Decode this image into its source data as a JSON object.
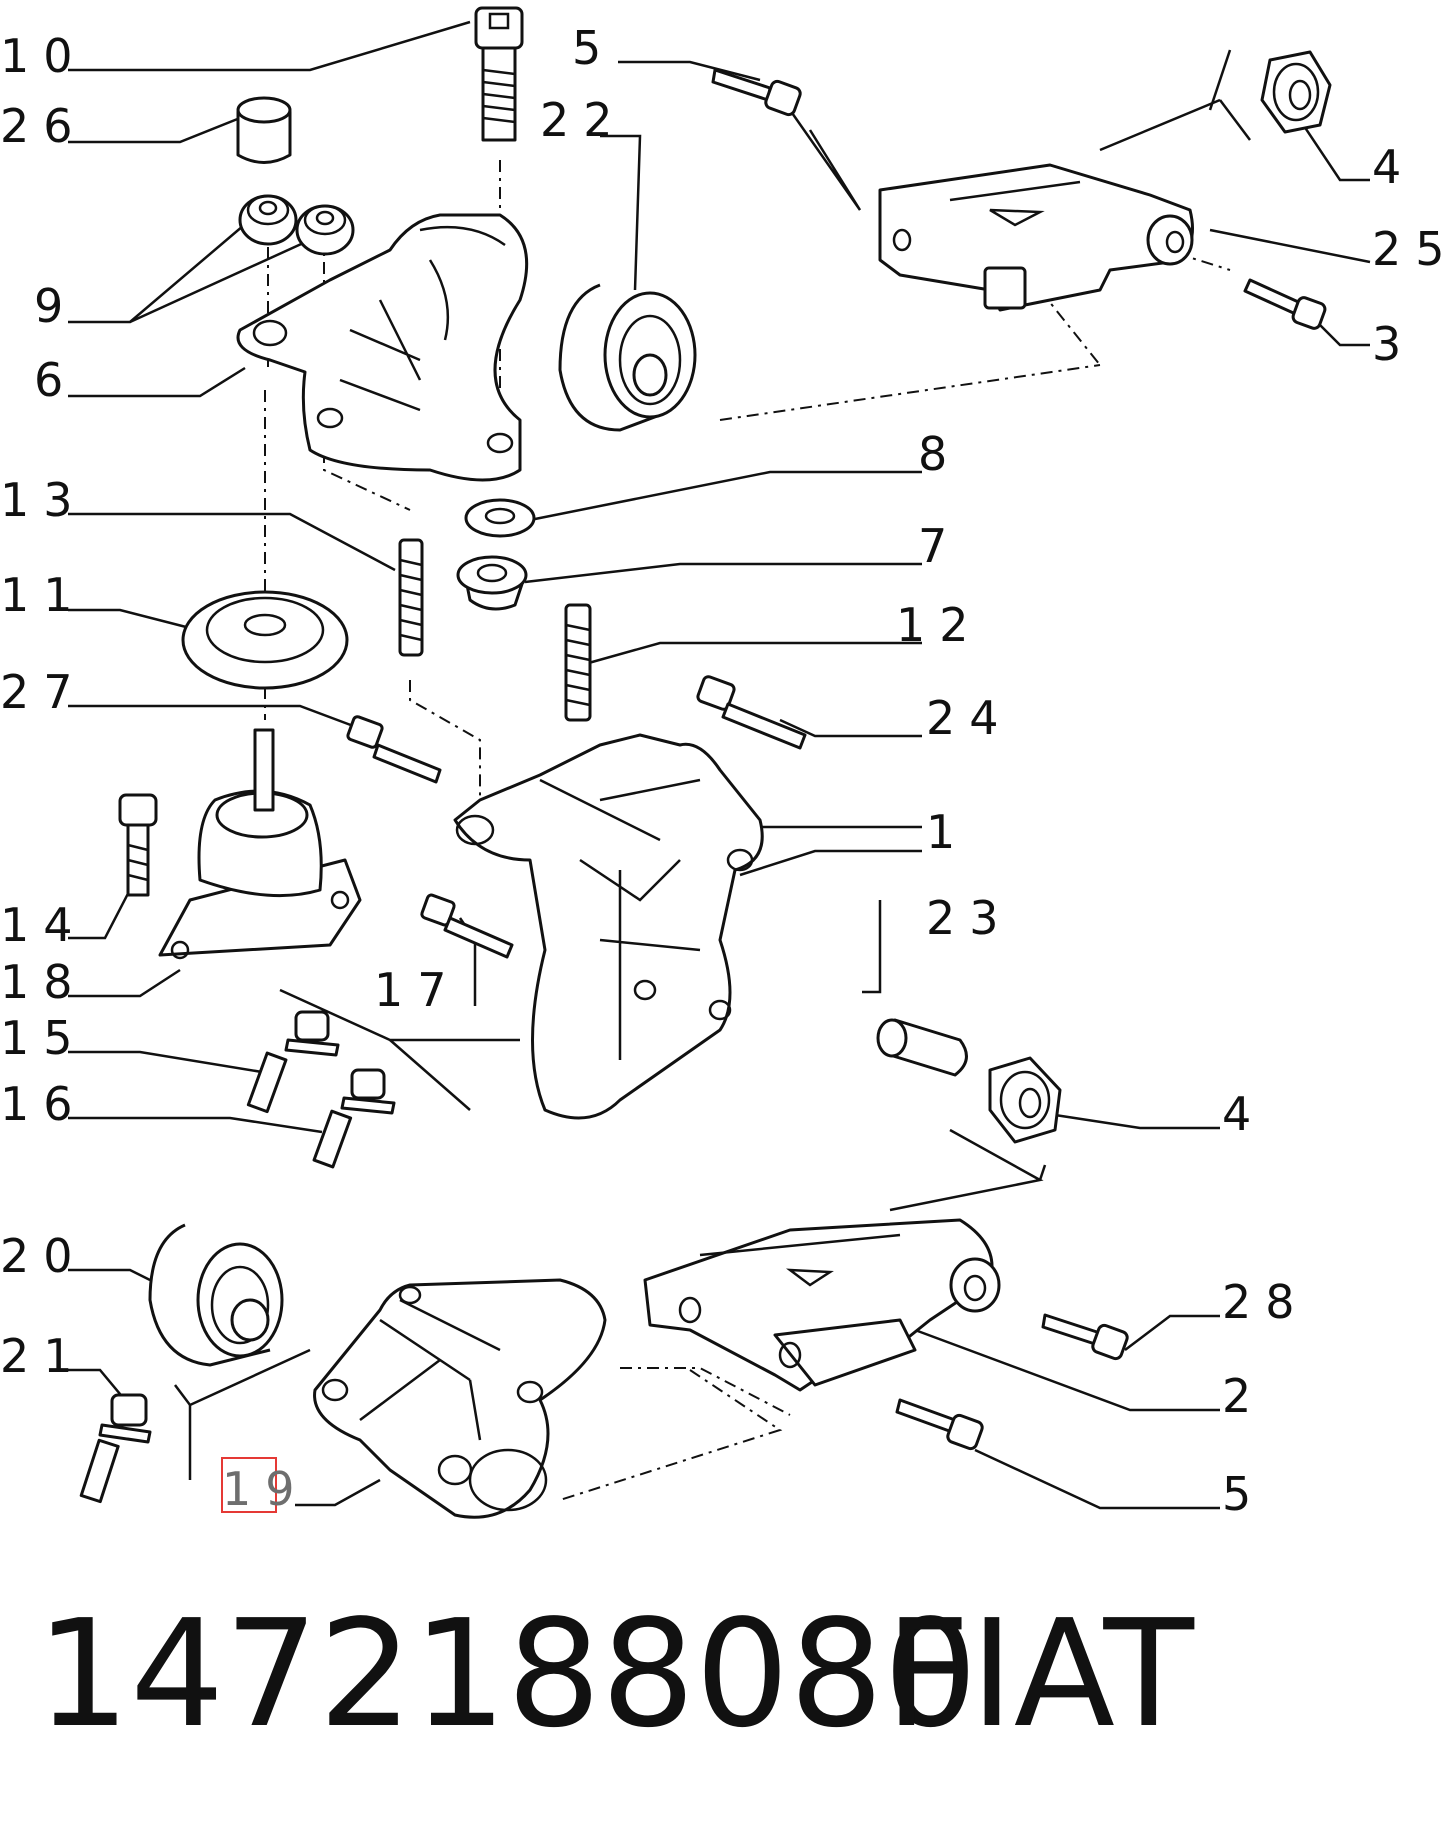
{
  "callouts": [
    {
      "id": "c10",
      "text": "10"
    },
    {
      "id": "c26",
      "text": "26"
    },
    {
      "id": "c9",
      "text": "9"
    },
    {
      "id": "c6",
      "text": "6"
    },
    {
      "id": "c13",
      "text": "13"
    },
    {
      "id": "c11",
      "text": "11"
    },
    {
      "id": "c27",
      "text": "27"
    },
    {
      "id": "c14",
      "text": "14"
    },
    {
      "id": "c18",
      "text": "18"
    },
    {
      "id": "c15",
      "text": "15"
    },
    {
      "id": "c16",
      "text": "16"
    },
    {
      "id": "c20",
      "text": "20"
    },
    {
      "id": "c21",
      "text": "21"
    },
    {
      "id": "c19",
      "text": "19"
    },
    {
      "id": "c5a",
      "text": "5"
    },
    {
      "id": "c22",
      "text": "22"
    },
    {
      "id": "c4a",
      "text": "4"
    },
    {
      "id": "c25",
      "text": "25"
    },
    {
      "id": "c3",
      "text": "3"
    },
    {
      "id": "c8",
      "text": "8"
    },
    {
      "id": "c7",
      "text": "7"
    },
    {
      "id": "c12",
      "text": "12"
    },
    {
      "id": "c24",
      "text": "24"
    },
    {
      "id": "c1",
      "text": "1"
    },
    {
      "id": "c23",
      "text": "23"
    },
    {
      "id": "c17",
      "text": "17"
    },
    {
      "id": "c4b",
      "text": "4"
    },
    {
      "id": "c28",
      "text": "28"
    },
    {
      "id": "c2",
      "text": "2"
    },
    {
      "id": "c5b",
      "text": "5"
    }
  ],
  "highlighted_callout": "19",
  "footer": {
    "part_number": "1472188080",
    "brand": "FIAT"
  }
}
